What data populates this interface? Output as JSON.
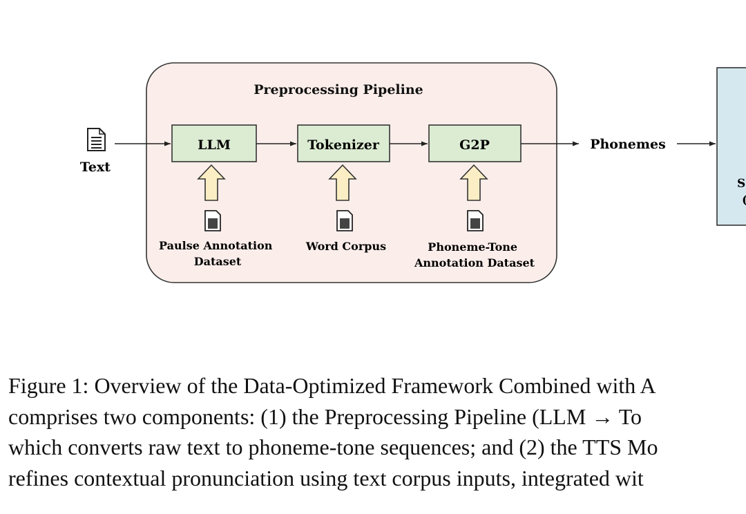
{
  "pipeline": {
    "title": "Preprocessing Pipeline",
    "stages": [
      {
        "label": "LLM",
        "source": "Paulse Annotation\nDataset"
      },
      {
        "label": "Tokenizer",
        "source": "Word Corpus"
      },
      {
        "label": "G2P",
        "source": "Phoneme-Tone\nAnnotation Dataset"
      }
    ]
  },
  "input_label": "Text",
  "output_label": "Phonemes",
  "right_box_partial": {
    "line1": "S",
    "line2": "("
  },
  "caption": {
    "lines": [
      "Figure 1: Overview of the Data-Optimized Framework Combined with A",
      "comprises two components: (1) the Preprocessing Pipeline (LLM → To",
      "which converts raw text to phoneme-tone sequences; and (2) the TTS Mo",
      "refines contextual pronunciation using text corpus inputs, integrated wit"
    ]
  },
  "colors": {
    "pipeline_fill": "#fbeeea",
    "stage_fill": "#dcecd3",
    "arrow_up_fill": "#fbeec4",
    "right_box_fill": "#d5e8ef"
  }
}
